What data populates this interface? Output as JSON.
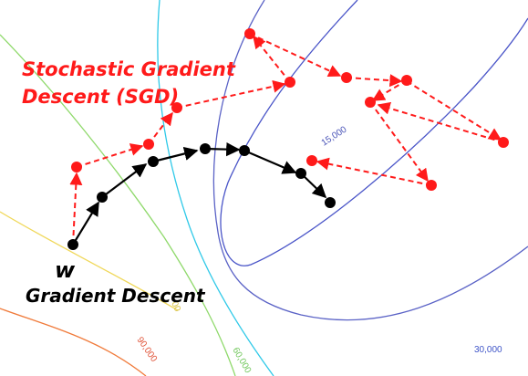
{
  "labels": {
    "sgd_line1": "Stochastic Gradient",
    "sgd_line2": "Descent (SGD)",
    "w": "w",
    "gd": "Gradient Descent"
  },
  "contour_labels": {
    "c15000": "15,000",
    "c30000": "30,000",
    "c60000": "60,000",
    "c90000": "90,000",
    "c_partial": "00"
  },
  "colors": {
    "sgd": "#ff1a1a",
    "gd": "#000000",
    "c_inner": "#4a55c8",
    "c_outer": "#5a62c6",
    "c_cyan": "#2fc9e8",
    "c_green": "#8fd96b",
    "c_yellow": "#f0d85a",
    "c_orange": "#f07a3a",
    "label_inner": "#4b55b8",
    "label_outer": "#3f55c8",
    "label_green": "#6fc65a",
    "label_red": "#e0553a",
    "label_yellow": "#d6c040"
  }
}
